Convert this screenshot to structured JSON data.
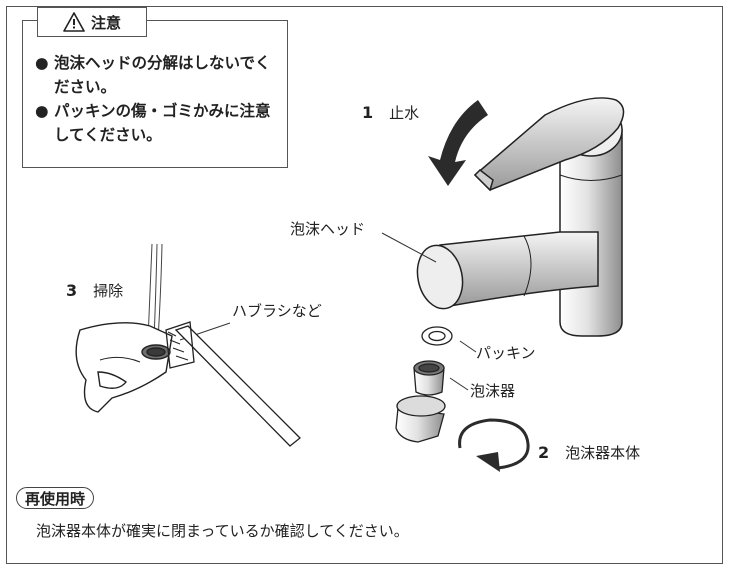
{
  "caution": {
    "title": "注意",
    "icon": "warning-triangle-icon",
    "items": [
      "泡沫ヘッドの分解はしないでください。",
      "パッキンの傷・ゴミかみに注意してください。"
    ],
    "bullet": "●"
  },
  "steps": [
    {
      "num": "1",
      "label": "止水"
    },
    {
      "num": "2",
      "label": "泡沫器本体"
    },
    {
      "num": "3",
      "label": "掃除"
    }
  ],
  "parts": {
    "head": "泡沫ヘッド",
    "packing": "パッキン",
    "aerator": "泡沫器",
    "toothbrush": "ハブラシなど"
  },
  "reuse": {
    "heading": "再使用時",
    "text": "泡沫器本体が確実に閉まっているか確認してください。"
  }
}
